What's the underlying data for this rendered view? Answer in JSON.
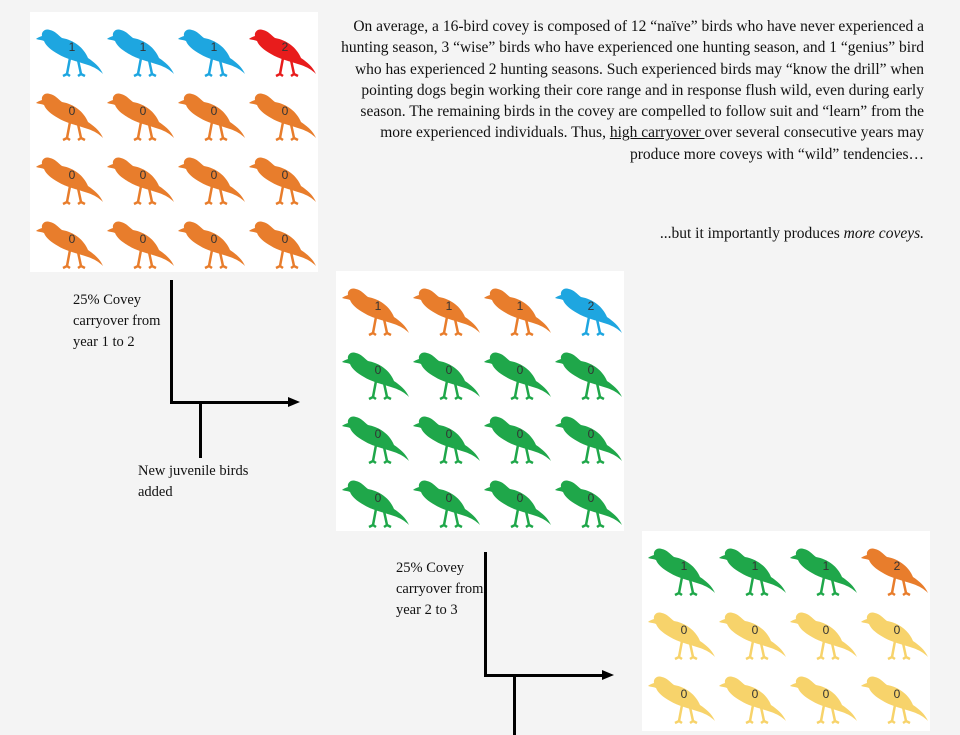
{
  "intro": {
    "part1": "On average, a 16-bird covey is composed of 12 “naïve” birds who have never experienced a hunting season, 3 “wise” birds who have experienced one hunting season, and 1 “genius” bird who has experienced 2 hunting seasons. Such experienced birds may “know the drill” when pointing dogs begin working their core range and in response flush wild, even during early season. The remaining birds in the covey are compelled to follow suit and “learn” from the more experienced individuals. Thus, ",
    "underlined": "high carryover ",
    "part2": "over several consecutive years may produce more coveys with “wild” tendencies…"
  },
  "conclusion": {
    "prefix": "...but it importantly produces ",
    "emphasis": "more coveys."
  },
  "labels": {
    "carryover_1_2": "25% Covey carryover from year 1 to 2",
    "juveniles": "New juvenile birds added",
    "carryover_2_3": "25% Covey carryover from year 2 to 3"
  },
  "colors": {
    "blue": "#1ea6e0",
    "red": "#e81c1c",
    "orange": "#e87d2c",
    "green": "#1fa74a",
    "yellow": "#f7d36b"
  },
  "coveys": [
    {
      "rows": [
        [
          {
            "age": "1",
            "color": "#1ea6e0"
          },
          {
            "age": "1",
            "color": "#1ea6e0"
          },
          {
            "age": "1",
            "color": "#1ea6e0"
          },
          {
            "age": "2",
            "color": "#e81c1c"
          }
        ],
        [
          {
            "age": "0",
            "color": "#e87d2c"
          },
          {
            "age": "0",
            "color": "#e87d2c"
          },
          {
            "age": "0",
            "color": "#e87d2c"
          },
          {
            "age": "0",
            "color": "#e87d2c"
          }
        ],
        [
          {
            "age": "0",
            "color": "#e87d2c"
          },
          {
            "age": "0",
            "color": "#e87d2c"
          },
          {
            "age": "0",
            "color": "#e87d2c"
          },
          {
            "age": "0",
            "color": "#e87d2c"
          }
        ],
        [
          {
            "age": "0",
            "color": "#e87d2c"
          },
          {
            "age": "0",
            "color": "#e87d2c"
          },
          {
            "age": "0",
            "color": "#e87d2c"
          },
          {
            "age": "0",
            "color": "#e87d2c"
          }
        ]
      ]
    },
    {
      "rows": [
        [
          {
            "age": "1",
            "color": "#e87d2c"
          },
          {
            "age": "1",
            "color": "#e87d2c"
          },
          {
            "age": "1",
            "color": "#e87d2c"
          },
          {
            "age": "2",
            "color": "#1ea6e0"
          }
        ],
        [
          {
            "age": "0",
            "color": "#1fa74a"
          },
          {
            "age": "0",
            "color": "#1fa74a"
          },
          {
            "age": "0",
            "color": "#1fa74a"
          },
          {
            "age": "0",
            "color": "#1fa74a"
          }
        ],
        [
          {
            "age": "0",
            "color": "#1fa74a"
          },
          {
            "age": "0",
            "color": "#1fa74a"
          },
          {
            "age": "0",
            "color": "#1fa74a"
          },
          {
            "age": "0",
            "color": "#1fa74a"
          }
        ],
        [
          {
            "age": "0",
            "color": "#1fa74a"
          },
          {
            "age": "0",
            "color": "#1fa74a"
          },
          {
            "age": "0",
            "color": "#1fa74a"
          },
          {
            "age": "0",
            "color": "#1fa74a"
          }
        ]
      ]
    },
    {
      "rows": [
        [
          {
            "age": "1",
            "color": "#1fa74a"
          },
          {
            "age": "1",
            "color": "#1fa74a"
          },
          {
            "age": "1",
            "color": "#1fa74a"
          },
          {
            "age": "2",
            "color": "#e87d2c"
          }
        ],
        [
          {
            "age": "0",
            "color": "#f7d36b"
          },
          {
            "age": "0",
            "color": "#f7d36b"
          },
          {
            "age": "0",
            "color": "#f7d36b"
          },
          {
            "age": "0",
            "color": "#f7d36b"
          }
        ],
        [
          {
            "age": "0",
            "color": "#f7d36b"
          },
          {
            "age": "0",
            "color": "#f7d36b"
          },
          {
            "age": "0",
            "color": "#f7d36b"
          },
          {
            "age": "0",
            "color": "#f7d36b"
          }
        ]
      ]
    }
  ]
}
